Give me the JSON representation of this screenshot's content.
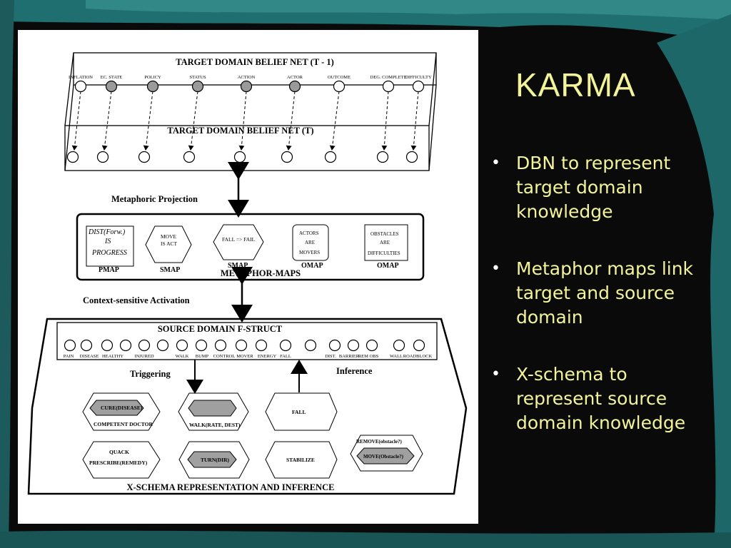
{
  "slide": {
    "title": "KARMA",
    "bullets": [
      "DBN to represent target domain knowledge",
      "Metaphor maps link target and source domain",
      "X-schema to represent source domain knowledge"
    ]
  },
  "diagram": {
    "top_net_title": "TARGET DOMAIN BELIEF NET (T - 1)",
    "bottom_net_title": "TARGET DOMAIN BELIEF NET (T)",
    "node_labels": [
      "INFLATION",
      "EC. STATE",
      "POLICY",
      "STATUS",
      "ACTION",
      "ACTOR",
      "OUTCOME",
      "DEG. COMPLETE",
      "DIFFICULTY"
    ],
    "metaphoric_projection": "Metaphoric Projection",
    "maps_title": "METAPHOR-MAPS",
    "pmap_text": [
      "DIST(Forw.)",
      "IS",
      "PROGRESS"
    ],
    "pmap_label": "PMAP",
    "smap1_text": [
      "MOVE",
      "IS ACT"
    ],
    "smap1_label": "SMAP",
    "smap2_text": "FALL => FAIL",
    "smap2_label": "SMAP",
    "omap1_text": [
      "ACTORS",
      "ARE",
      "MOVERS"
    ],
    "omap1_label": "OMAP",
    "omap2_text": [
      "OBSTACLES",
      "ARE",
      "DIFFICULTIES"
    ],
    "omap2_label": "OMAP",
    "context_activation": "Context-sensitive Activation",
    "fstruct_title": "SOURCE DOMAIN F-STRUCT",
    "fstruct_labels": [
      "PAIN",
      "DISEASE",
      "HEALTHY",
      "INJURED",
      "WALK",
      "BUMP",
      "CONTROL",
      "MOVER",
      "ENERGY",
      "FALL",
      "DIST.",
      "BARRIER",
      "REM OBS",
      "WALL",
      "ROADBLOCK"
    ],
    "triggering": "Triggering",
    "inference": "Inference",
    "schema_cure": "CURE(DISEASE)",
    "schema_competent": "COMPETENT DOCTOR",
    "schema_walk": "WALK(RATE, DEST)",
    "schema_fall": "FALL",
    "schema_quack": "QUACK",
    "schema_prescribe": "PRESCRIBE(REMEDY)",
    "schema_turn": "TURN(DIR)",
    "schema_stabilize": "STABILIZE",
    "schema_remove": "REMOVE(obstacle?)",
    "schema_move": "MOVE(Obstacle?)",
    "xschema_title": "X-SCHEMA REPRESENTATION AND INFERENCE"
  },
  "colors": {
    "background": "#0a0a0a",
    "teal_accent": "#2b7f80",
    "title_text": "#f3f39a",
    "node_fill": "#9a9a9a"
  }
}
